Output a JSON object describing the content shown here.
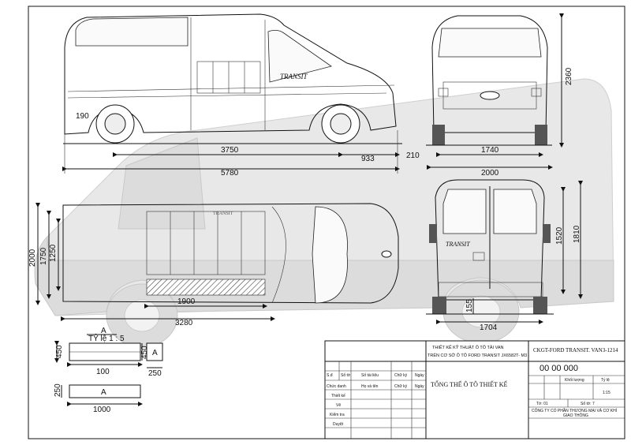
{
  "dimensions": {
    "side_view": {
      "front_ground_clearance": "190",
      "rear_detail": "210",
      "wheelbase": "3750",
      "rear_overhang": "933",
      "overall_length": "5780"
    },
    "front_view": {
      "overall_height": "2360",
      "front_track": "1740",
      "overall_width": "2000"
    },
    "top_view": {
      "overall_width": "2000",
      "cargo_width": "1750",
      "cargo_inner_width": "1250",
      "cargo_floor_length": "1900",
      "cargo_length": "3280"
    },
    "rear_view": {
      "door_height": "1520",
      "cargo_height": "1810",
      "rear_step": "155",
      "rear_track": "1704"
    },
    "detail_a": {
      "label": "A",
      "scale_label": "TỶ lệ 1 : 5",
      "height": "450",
      "width": "100",
      "side_height": "450",
      "side_width": "250",
      "side_label": "A"
    },
    "detail_b": {
      "label": "A",
      "height": "250",
      "width": "1000"
    }
  },
  "vehicle_badges": {
    "side_logo": "TRANSIT",
    "rear_logo": "TRANSIT",
    "roof_logo": "TRANSIT"
  },
  "title_block": {
    "project_line1": "THIẾT KẾ KỸ THUẬT Ô TÔ TẢI VAN",
    "project_line2": "TRÊN CƠ SỞ Ô TÔ FORD TRANSIT JX6582T- M3",
    "drawing_code": "CKGT-FORD TRANSIT. VAN3-1214",
    "drawing_number": "00 00 000",
    "drawing_title": "TỔNG THỂ Ô TÔ THIẾT KẾ",
    "col_headers": [
      "S.đ",
      "Số tờ",
      "Số tài liệu",
      "Chữ ký",
      "Ngày"
    ],
    "roles": [
      "Chức danh",
      "Thiết kế",
      "Vẽ",
      "Kiểm tra",
      "Duyệt"
    ],
    "names_col": [
      "Họ và tên",
      "",
      "",
      "",
      ""
    ],
    "sign_col": [
      "Chữ ký",
      "",
      "",
      "",
      ""
    ],
    "date_col": [
      "Ngày",
      "",
      "",
      "",
      ""
    ],
    "mass_label": "Khối lượng",
    "scale_label": "Tỷ lệ",
    "scale_value": "1:15",
    "sheet_label": "Tờ: 01",
    "sheets_label": "Số tờ: 7",
    "company_line1": "CÔNG TY CỔ PHẦN THƯƠNG MẠI VÀ CƠ KHÍ",
    "company_line2": "GIAO THÔNG"
  }
}
